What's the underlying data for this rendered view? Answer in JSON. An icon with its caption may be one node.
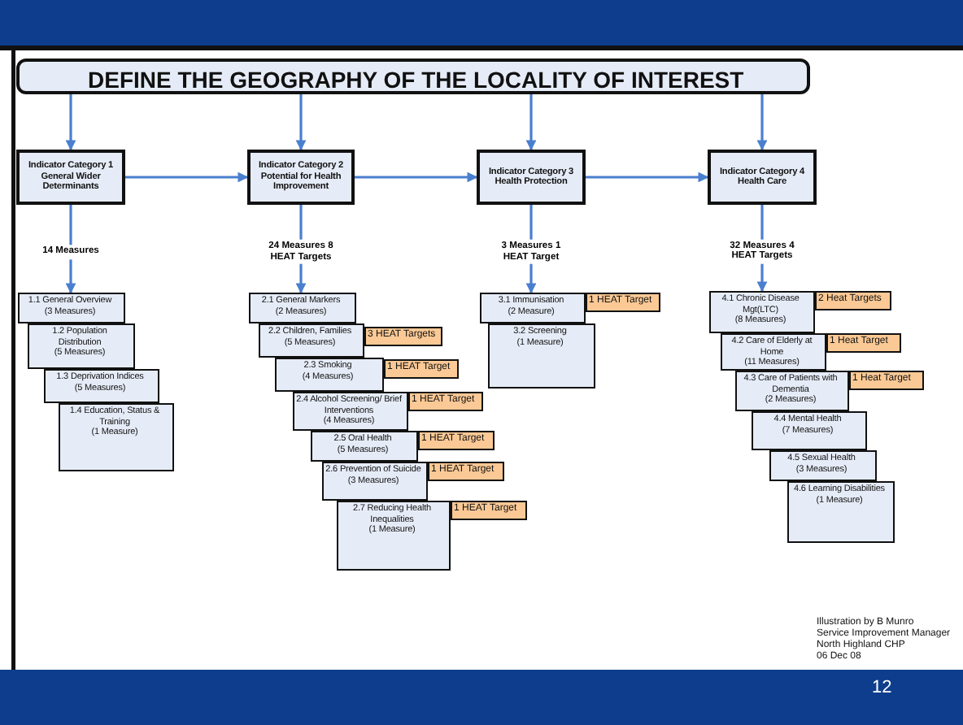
{
  "diagram": {
    "nodes": [
      {
        "text": [
          "DEFINE THE GEOGRAPHY OF THE LOCALITY OF INTEREST"
        ]
      },
      {
        "text": [
          "Indicator Category 1 General Wider Determinants"
        ]
      },
      {
        "text": [
          "Indicator Category 2 Potential for Health Improvement"
        ]
      },
      {
        "text": [
          "Indicator Category 3 Health Protection"
        ]
      },
      {
        "text": [
          "Indicator Category 4 Health Care"
        ]
      },
      {
        "text": [
          "1.1 General Overview",
          "(3 Measures)"
        ]
      },
      {
        "text": [
          "1.2 Population Distribution",
          "(5 Measures)"
        ]
      },
      {
        "text": [
          "1.3 Deprivation Indices",
          "(5 Measures)"
        ]
      },
      {
        "text": [
          "1.4 Education, Status & Training",
          "(1 Measure)"
        ]
      },
      {
        "text": [
          "2.1 General Markers",
          "(2 Measures)"
        ]
      },
      {
        "text": [
          "2.2 Children, Families",
          "(5 Measures)"
        ]
      },
      {
        "text": [
          "3 HEAT Targets"
        ]
      },
      {
        "text": [
          "2.3 Smoking",
          "(4 Measures)"
        ]
      },
      {
        "text": [
          "1 HEAT Target"
        ]
      },
      {
        "text": [
          "2.4 Alcohol Screening/ Brief Interventions",
          "(4 Measures)"
        ]
      },
      {
        "text": [
          "1 HEAT Target"
        ]
      },
      {
        "text": [
          "2.5 Oral Health",
          "(5 Measures)"
        ]
      },
      {
        "text": [
          "1 HEAT Target"
        ]
      },
      {
        "text": [
          "2.6 Prevention of Suicide",
          "(3 Measures)"
        ]
      },
      {
        "text": [
          "1 HEAT Target"
        ]
      },
      {
        "text": [
          "2.7 Reducing Health Inequalities",
          "(1 Measure)"
        ]
      },
      {
        "text": [
          "1 HEAT Target"
        ]
      },
      {
        "text": [
          "3.1 Immunisation",
          "(2 Measure)"
        ]
      },
      {
        "text": [
          "1 HEAT Target"
        ]
      },
      {
        "text": [
          "3.2 Screening",
          "(1 Measure)"
        ]
      },
      {
        "text": [
          "4.1 Chronic Disease Mgt(LTC)",
          "(8 Measures)"
        ]
      },
      {
        "text": [
          "2 Heat Targets"
        ]
      },
      {
        "text": [
          "4.2 Care of Elderly at Home",
          "(11 Measures)"
        ]
      },
      {
        "text": [
          "1 Heat Target"
        ]
      },
      {
        "text": [
          "4.3 Care of Patients with Dementia",
          "(2 Measures)"
        ]
      },
      {
        "text": [
          "1 Heat Target"
        ]
      },
      {
        "text": [
          "4.4 Mental Health",
          "(7 Measures)"
        ]
      },
      {
        "text": [
          "4.5 Sexual Health",
          "(3 Measures)"
        ]
      },
      {
        "text": [
          "4.6 Learning Disabilities",
          "(1 Measure)"
        ]
      }
    ],
    "edges": [
      {
        "from": 0,
        "to": 1,
        "arrow": "to"
      },
      {
        "from": 0,
        "to": 2,
        "arrow": "to"
      },
      {
        "from": 0,
        "to": 3,
        "arrow": "to"
      },
      {
        "from": 0,
        "to": 4,
        "arrow": "to"
      },
      {
        "from": 1,
        "to": 2,
        "arrow": "to"
      },
      {
        "from": 2,
        "to": 3,
        "arrow": "to"
      },
      {
        "from": 3,
        "to": 4,
        "arrow": "to"
      },
      {
        "from": 1,
        "to": 5,
        "arrow": "to",
        "label": "14 Measures"
      },
      {
        "from": 2,
        "to": 9,
        "arrow": "to",
        "label": "24 Measures 8 HEAT Targets"
      },
      {
        "from": 3,
        "to": 22,
        "arrow": "to",
        "label": "3 Measures 1 HEAT Target"
      },
      {
        "from": 4,
        "to": 25,
        "arrow": "to",
        "label": "32 Measures 4 HEAT Targets"
      }
    ],
    "labels": [
      "Illustration by B Munro",
      "Service Improvement Manager",
      "North Highland CHP",
      "06 Dec 08",
      "12"
    ]
  }
}
